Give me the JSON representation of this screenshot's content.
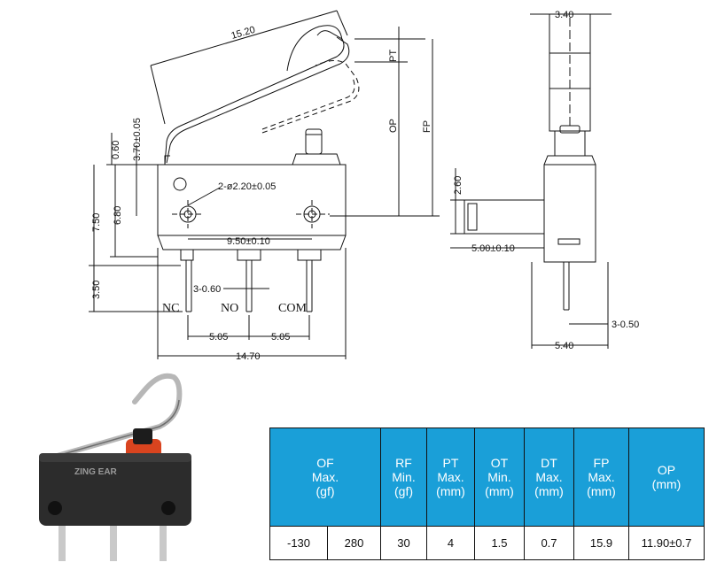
{
  "drawing": {
    "dims": {
      "lever_length": "15.20",
      "pt_label": "PT",
      "op_label": "OP",
      "fp_label": "FP",
      "d_0_60": "0.60",
      "d_3_70": "3.70±0.05",
      "d_7_50": "7.50",
      "d_6_80": "6.80",
      "holes": "2-ø2.20±0.05",
      "hole_pitch": "9.50±0.10",
      "d_3_50": "3.50",
      "term_width": "3-0.60",
      "pitch_left": "5.05",
      "pitch_right": "5.05",
      "overall_width": "14.70",
      "side_top": "3.40",
      "side_2_60": "2.60",
      "side_5_00": "5.00±0.10",
      "side_pin": "3-0.50",
      "side_width": "5.40"
    },
    "terminals": {
      "nc": "NC",
      "no": "NO",
      "com": "COM"
    }
  },
  "photo": {
    "brand": "ZING EAR"
  },
  "spec_table": {
    "headers": [
      [
        "OF",
        "Max.",
        "(gf)"
      ],
      [
        "RF",
        "Min.",
        "(gf)"
      ],
      [
        "PT",
        "Max.",
        "(mm)"
      ],
      [
        "OT",
        "Min.",
        "(mm)"
      ],
      [
        "DT",
        "Max.",
        "(mm)"
      ],
      [
        "FP",
        "Max.",
        "(mm)"
      ],
      [
        "OP",
        "(mm)"
      ]
    ],
    "values": [
      "-130",
      "280",
      "30",
      "4",
      "1.5",
      "0.7",
      "15.9",
      "11.90±0.7"
    ]
  }
}
